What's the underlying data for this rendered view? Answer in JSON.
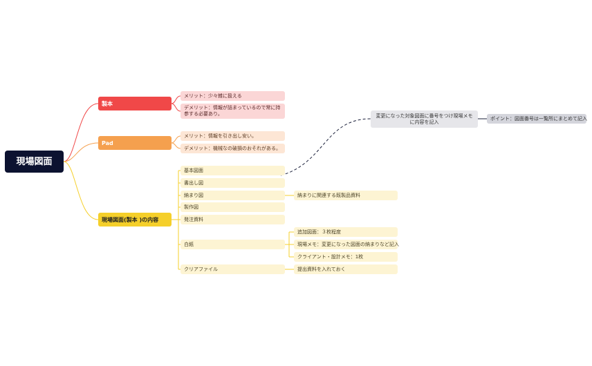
{
  "root": "現場図面",
  "branches": {
    "seihon": {
      "label": "製本",
      "items": [
        "メリット：少々雑に扱える",
        "デメリット：情報が詰まっているので常に持参する必要あり。"
      ]
    },
    "pad": {
      "label": "Pad",
      "items": [
        "メリット：情報を引き出し安い。",
        "デメリット：機械なの破損のおそれがある。"
      ]
    },
    "contents": {
      "label": "現場図面(製本 )の内容",
      "items": [
        "基本図面",
        "書出し図",
        "納まり図",
        "製作図",
        "発注資料",
        "白紙",
        "クリアファイル"
      ],
      "osamari_child": "納まりに関連する既製品資料",
      "hakushi_children": [
        "追加図面：３枚程度",
        "現場メモ：変更になった図面の納まりなど記入",
        "クライアント・設計メモ：1枚"
      ],
      "clear_child": "提出資料を入れておく"
    }
  },
  "notes": {
    "change": "変更になった対象図面に番号をつけ現場メモに内容を記入",
    "point": "ポイント：図面番号は一覧所にまとめて記入"
  },
  "colors": {
    "root": "#0c1230",
    "seihon": "#f04848",
    "pad": "#f5a04e",
    "contents": "#f5cf2a",
    "link_dashed": "#1a1f3a"
  }
}
